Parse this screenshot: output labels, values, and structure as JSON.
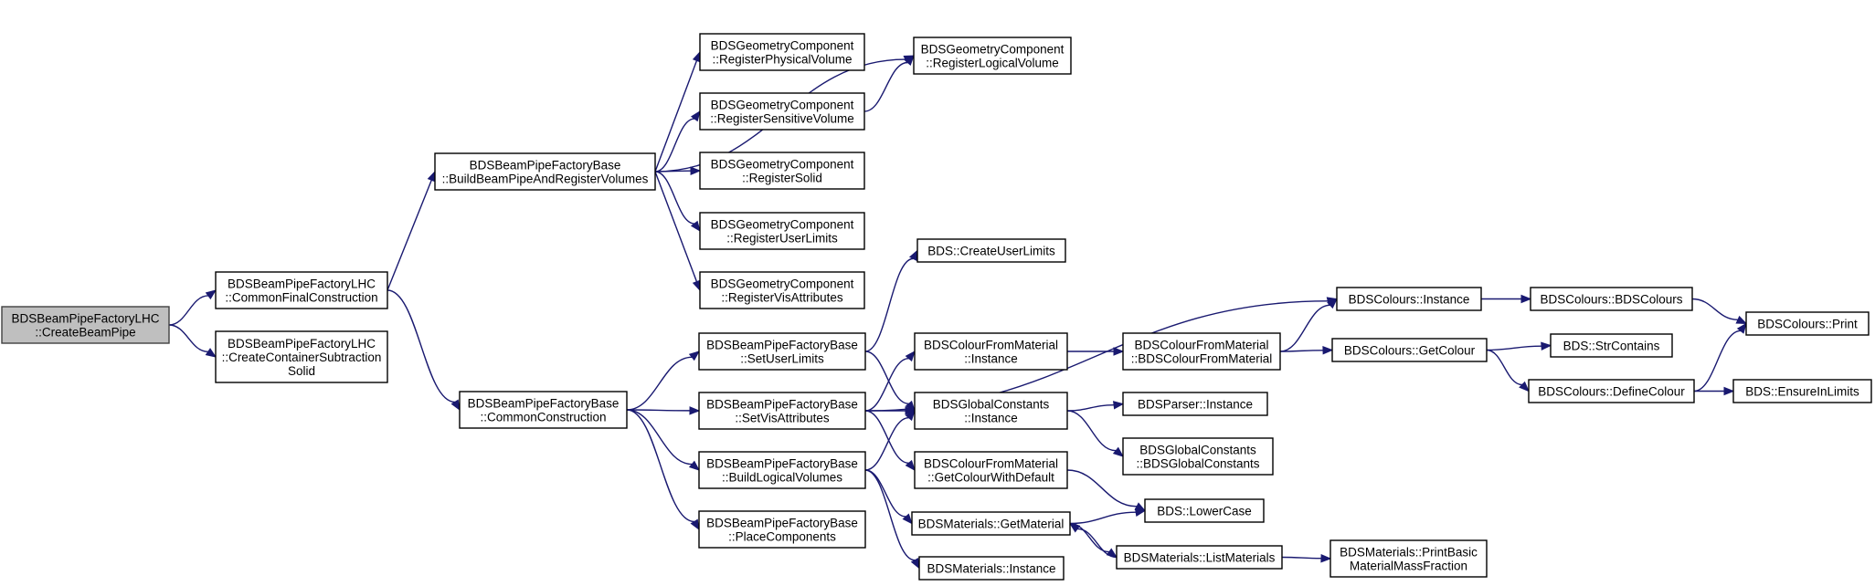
{
  "colors": {
    "edge": "#191970",
    "node_border": "#000000",
    "root_fill": "#bfbfbf",
    "background": "#ffffff"
  },
  "nodes": {
    "createbeampipe": {
      "lines": [
        "BDSBeamPipeFactoryLHC",
        "::CreateBeamPipe"
      ]
    },
    "commonfinal": {
      "lines": [
        "BDSBeamPipeFactoryLHC",
        "::CommonFinalConstruction"
      ]
    },
    "createcontainer": {
      "lines": [
        "BDSBeamPipeFactoryLHC",
        "::CreateContainerSubtraction",
        "Solid"
      ]
    },
    "buildandregister": {
      "lines": [
        "BDSBeamPipeFactoryBase",
        "::BuildBeamPipeAndRegisterVolumes"
      ]
    },
    "commonconstruction": {
      "lines": [
        "BDSBeamPipeFactoryBase",
        "::CommonConstruction"
      ]
    },
    "regphysical": {
      "lines": [
        "BDSGeometryComponent",
        "::RegisterPhysicalVolume"
      ]
    },
    "reglogical": {
      "lines": [
        "BDSGeometryComponent",
        "::RegisterLogicalVolume"
      ]
    },
    "regsensitive": {
      "lines": [
        "BDSGeometryComponent",
        "::RegisterSensitiveVolume"
      ]
    },
    "regsolid": {
      "lines": [
        "BDSGeometryComponent",
        "::RegisterSolid"
      ]
    },
    "reguserlimits": {
      "lines": [
        "BDSGeometryComponent",
        "::RegisterUserLimits"
      ]
    },
    "regvisattr": {
      "lines": [
        "BDSGeometryComponent",
        "::RegisterVisAttributes"
      ]
    },
    "setuserlimits": {
      "lines": [
        "BDSBeamPipeFactoryBase",
        "::SetUserLimits"
      ]
    },
    "setvisattr": {
      "lines": [
        "BDSBeamPipeFactoryBase",
        "::SetVisAttributes"
      ]
    },
    "buildlogical": {
      "lines": [
        "BDSBeamPipeFactoryBase",
        "::BuildLogicalVolumes"
      ]
    },
    "placecomponents": {
      "lines": [
        "BDSBeamPipeFactoryBase",
        "::PlaceComponents"
      ]
    },
    "createuserlimits": {
      "lines": [
        "BDS::CreateUserLimits"
      ]
    },
    "colourfrommat_instance": {
      "lines": [
        "BDSColourFromMaterial",
        "::Instance"
      ]
    },
    "globalconstants_instance": {
      "lines": [
        "BDSGlobalConstants",
        "::Instance"
      ]
    },
    "getcolourwithdefault": {
      "lines": [
        "BDSColourFromMaterial",
        "::GetColourWithDefault"
      ]
    },
    "materials_getmaterial": {
      "lines": [
        "BDSMaterials::GetMaterial"
      ]
    },
    "materials_instance": {
      "lines": [
        "BDSMaterials::Instance"
      ]
    },
    "colourfrommat_ctor": {
      "lines": [
        "BDSColourFromMaterial",
        "::BDSColourFromMaterial"
      ]
    },
    "parser_instance": {
      "lines": [
        "BDSParser::Instance"
      ]
    },
    "globalconstants_ctor": {
      "lines": [
        "BDSGlobalConstants",
        "::BDSGlobalConstants"
      ]
    },
    "lowercase": {
      "lines": [
        "BDS::LowerCase"
      ]
    },
    "listmaterials": {
      "lines": [
        "BDSMaterials::ListMaterials"
      ]
    },
    "colours_instance": {
      "lines": [
        "BDSColours::Instance"
      ]
    },
    "colours_getcolour": {
      "lines": [
        "BDSColours::GetColour"
      ]
    },
    "printbasic": {
      "lines": [
        "BDSMaterials::PrintBasic",
        "MaterialMassFraction"
      ]
    },
    "colours_ctor": {
      "lines": [
        "BDSColours::BDSColours"
      ]
    },
    "strcontains": {
      "lines": [
        "BDS::StrContains"
      ]
    },
    "definecolour": {
      "lines": [
        "BDSColours::DefineColour"
      ]
    },
    "colours_print": {
      "lines": [
        "BDSColours::Print"
      ]
    },
    "ensureinlimits": {
      "lines": [
        "BDS::EnsureInLimits"
      ]
    }
  },
  "edges": [
    [
      "createbeampipe",
      "commonfinal"
    ],
    [
      "createbeampipe",
      "createcontainer"
    ],
    [
      "commonfinal",
      "buildandregister"
    ],
    [
      "commonfinal",
      "commonconstruction"
    ],
    [
      "buildandregister",
      "reglogical"
    ],
    [
      "buildandregister",
      "regphysical"
    ],
    [
      "buildandregister",
      "regsensitive"
    ],
    [
      "buildandregister",
      "regsolid"
    ],
    [
      "buildandregister",
      "reguserlimits"
    ],
    [
      "buildandregister",
      "regvisattr"
    ],
    [
      "regsensitive",
      "reglogical"
    ],
    [
      "commonconstruction",
      "setuserlimits"
    ],
    [
      "commonconstruction",
      "setvisattr"
    ],
    [
      "commonconstruction",
      "buildlogical"
    ],
    [
      "commonconstruction",
      "placecomponents"
    ],
    [
      "setuserlimits",
      "createuserlimits"
    ],
    [
      "setuserlimits",
      "globalconstants_instance"
    ],
    [
      "setvisattr",
      "colours_instance"
    ],
    [
      "setvisattr",
      "colourfrommat_instance"
    ],
    [
      "setvisattr",
      "globalconstants_instance"
    ],
    [
      "setvisattr",
      "getcolourwithdefault"
    ],
    [
      "buildlogical",
      "globalconstants_instance"
    ],
    [
      "buildlogical",
      "materials_getmaterial"
    ],
    [
      "buildlogical",
      "materials_instance"
    ],
    [
      "colourfrommat_instance",
      "colourfrommat_ctor"
    ],
    [
      "globalconstants_instance",
      "parser_instance"
    ],
    [
      "globalconstants_instance",
      "globalconstants_ctor"
    ],
    [
      "getcolourwithdefault",
      "lowercase"
    ],
    [
      "materials_getmaterial",
      "lowercase"
    ],
    [
      "materials_getmaterial",
      "listmaterials"
    ],
    [
      "listmaterials",
      "materials_getmaterial"
    ],
    [
      "listmaterials",
      "printbasic"
    ],
    [
      "colourfrommat_ctor",
      "colours_instance"
    ],
    [
      "colourfrommat_ctor",
      "colours_getcolour"
    ],
    [
      "colours_instance",
      "colours_ctor"
    ],
    [
      "colours_getcolour",
      "strcontains"
    ],
    [
      "colours_getcolour",
      "definecolour"
    ],
    [
      "colours_ctor",
      "colours_print"
    ],
    [
      "definecolour",
      "colours_print"
    ],
    [
      "definecolour",
      "ensureinlimits"
    ]
  ]
}
